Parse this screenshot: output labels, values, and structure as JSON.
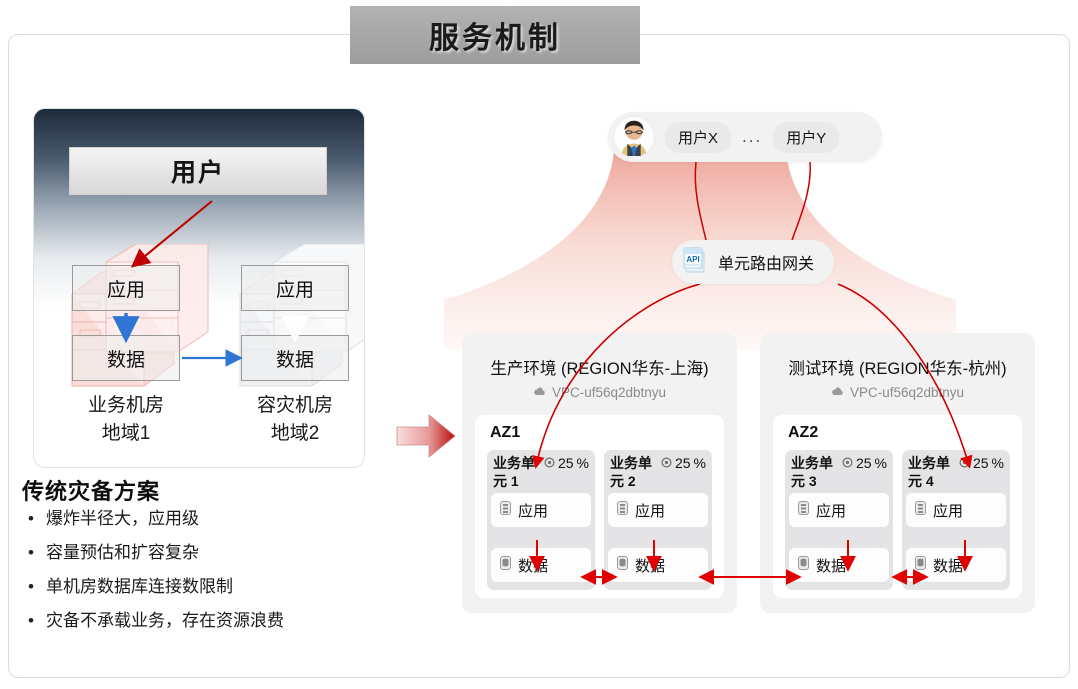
{
  "title": {
    "text": "服务机制"
  },
  "left_panel": {
    "user_box": "用户",
    "boxes": {
      "app": "应用",
      "data": "数据"
    },
    "sites": [
      {
        "name": "业务机房",
        "region": "地域1"
      },
      {
        "name": "容灾机房",
        "region": "地域2"
      }
    ]
  },
  "traditional": {
    "heading": "传统灾备方案",
    "bullet_marker": "•",
    "items": [
      "爆炸半径大，应用级",
      "容量预估和扩容复杂",
      "单机房数据库连接数限制",
      "灾备不承载业务，存在资源浪费"
    ]
  },
  "users_bar": {
    "avatar_icon": "user-avatar-icon",
    "user_x": "用户X",
    "ellipsis": "...",
    "user_y": "用户Y"
  },
  "gateway": {
    "icon": "api-document-icon",
    "label": "单元路由网关"
  },
  "regions": [
    {
      "title": "生产环境 (REGION华东-上海)",
      "vpc_icon": "cloud-icon",
      "vpc": "VPC-uf56q2dbtnyu",
      "az": "AZ1",
      "units": [
        {
          "name": "业务单元 1",
          "pct_icon": "gauge-icon",
          "pct": "25",
          "pct_sign": "%",
          "app_icon": "server-icon",
          "app": "应用",
          "data_icon": "database-icon",
          "data": "数据"
        },
        {
          "name": "业务单元 2",
          "pct_icon": "gauge-icon",
          "pct": "25",
          "pct_sign": "%",
          "app_icon": "server-icon",
          "app": "应用",
          "data_icon": "database-icon",
          "data": "数据"
        }
      ]
    },
    {
      "title": "测试环境 (REGION华东-杭州)",
      "vpc_icon": "cloud-icon",
      "vpc": "VPC-uf56q2dbtnyu",
      "az": "AZ2",
      "units": [
        {
          "name": "业务单元 3",
          "pct_icon": "gauge-icon",
          "pct": "25",
          "pct_sign": "%",
          "app_icon": "server-icon",
          "app": "应用",
          "data_icon": "database-icon",
          "data": "数据"
        },
        {
          "name": "业务单元 4",
          "pct_icon": "gauge-icon",
          "pct": "25",
          "pct_sign": "%",
          "app_icon": "server-icon",
          "app": "应用",
          "data_icon": "database-icon",
          "data": "数据"
        }
      ]
    }
  ],
  "colors": {
    "accent_red": "#cc0000",
    "arrow_blue": "#2e75d4",
    "funnel_pink": "#f0a89c",
    "banner_gray": "#a8a8a8",
    "panel_gray": "#f2f2f2",
    "unit_gray": "#e4e4e6"
  }
}
